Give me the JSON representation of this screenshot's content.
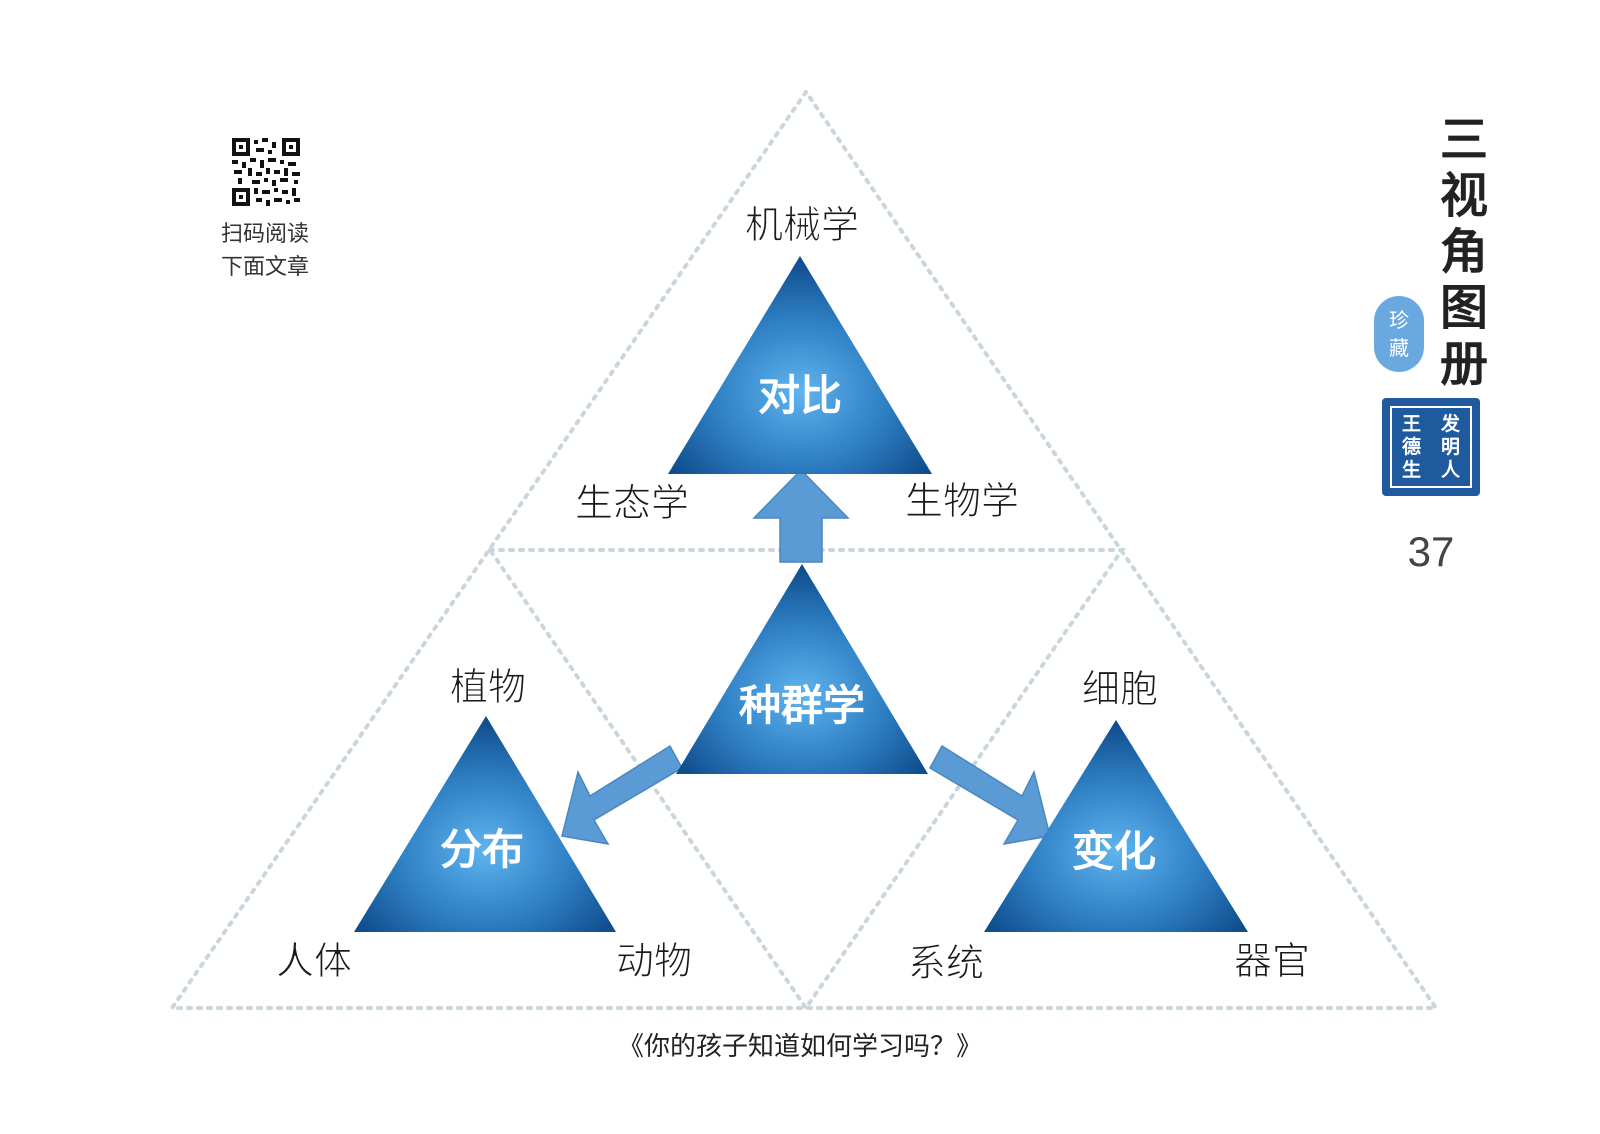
{
  "qr": {
    "caption_line1": "扫码阅读",
    "caption_line2": "下面文章"
  },
  "side_title": {
    "chars": [
      "三",
      "视",
      "角",
      "图",
      "册"
    ]
  },
  "badge": {
    "line1": "珍",
    "line2": "藏"
  },
  "stamp": {
    "col1": [
      "发",
      "明",
      "人"
    ],
    "col2": [
      "王",
      "德",
      "生"
    ]
  },
  "page_number": "37",
  "book_title": "《你的孩子知道如何学习吗？》",
  "diagram": {
    "top": {
      "center": "对比",
      "apex": "机械学",
      "left": "生态学",
      "right": "生物学"
    },
    "middle": {
      "center": "种群学"
    },
    "left": {
      "center": "分布",
      "apex": "植物",
      "left": "人体",
      "right": "动物"
    },
    "right": {
      "center": "变化",
      "apex": "细胞",
      "left": "系统",
      "right": "器官"
    }
  },
  "colors": {
    "triangle_dark": "#0f4d8c",
    "triangle_light": "#4da3e0",
    "arrow": "#5b9bd5",
    "dotted_line": "#c9d6dc",
    "stamp": "#1f5a9e",
    "badge": "#6aa9e0"
  }
}
